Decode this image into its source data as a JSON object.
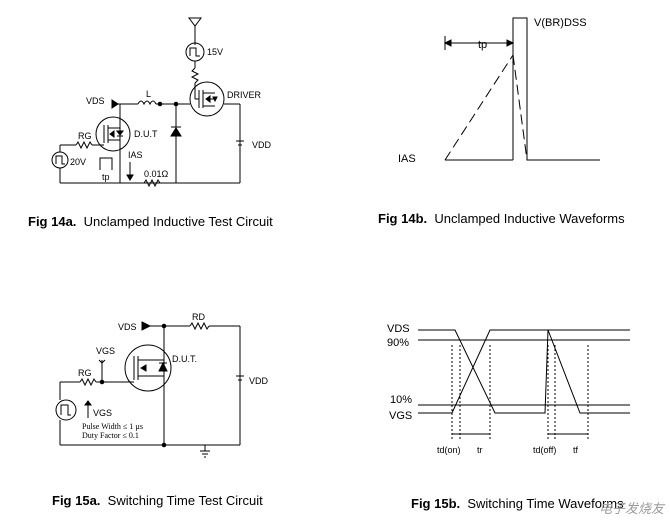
{
  "fig14a": {
    "caption_num": "Fig 14a.",
    "caption_text": "Unclamped Inductive Test Circuit",
    "labels": {
      "vds": "VDS",
      "l": "L",
      "driver": "DRIVER",
      "v15": "15V",
      "rg": "RG",
      "dut": "D.U.T",
      "v20": "20V",
      "ias": "IAS",
      "tp": "tp",
      "res": "0.01Ω",
      "vdd": "VDD"
    }
  },
  "fig14b": {
    "caption_num": "Fig 14b.",
    "caption_text": "Unclamped Inductive Waveforms",
    "labels": {
      "vbrdss": "V(BR)DSS",
      "tp": "tp",
      "ias": "IAS"
    }
  },
  "fig15a": {
    "caption_num": "Fig 15a.",
    "caption_text": "Switching Time Test Circuit",
    "labels": {
      "vds": "VDS",
      "rd": "RD",
      "vgs": "VGS",
      "dut": "D.U.T.",
      "rg": "RG",
      "vdd": "VDD",
      "vgs2": "VGS",
      "pulse1": "Pulse Width ≤ 1 µs",
      "pulse2": "Duty Factor ≤ 0.1"
    }
  },
  "fig15b": {
    "caption_num": "Fig 15b.",
    "caption_text": "Switching Time Waveforms",
    "labels": {
      "vds": "VDS",
      "p90": "90%",
      "p10": "10%",
      "vgs": "VGS",
      "tdon": "td(on)",
      "tr": "tr",
      "tdoff": "td(off)",
      "tf": "tf"
    }
  },
  "watermark": "电子发烧友"
}
